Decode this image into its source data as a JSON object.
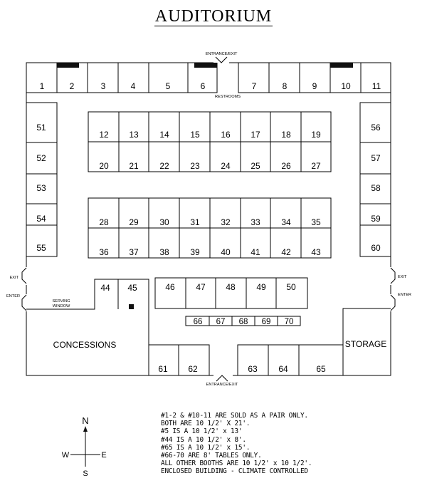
{
  "title": "AUDITORIUM",
  "labels": {
    "entrance_top": "ENTRANCE/EXIT",
    "entrance_bottom": "ENTRANCE/EXIT",
    "restrooms": "RESTROOMS",
    "exit_left": "EXIT",
    "enter_left": "ENTER",
    "exit_right": "EXIT",
    "enter_right": "ENTER",
    "serving_window_1": "SERVING",
    "serving_window_2": "WINDOW",
    "concessions": "CONCESSIONS",
    "storage": "STORAGE"
  },
  "booths": {
    "top_row": [
      "1",
      "2",
      "3",
      "4",
      "5",
      "6",
      "7",
      "8",
      "9",
      "10",
      "11"
    ],
    "left_col": [
      "51",
      "52",
      "53",
      "54",
      "55"
    ],
    "right_col": [
      "56",
      "57",
      "58",
      "59",
      "60"
    ],
    "block_a_top": [
      "12",
      "13",
      "14",
      "15",
      "16",
      "17",
      "18",
      "19"
    ],
    "block_a_bottom": [
      "20",
      "21",
      "22",
      "23",
      "24",
      "25",
      "26",
      "27"
    ],
    "block_b_top": [
      "28",
      "29",
      "30",
      "31",
      "32",
      "33",
      "34",
      "35"
    ],
    "block_b_bottom": [
      "36",
      "37",
      "38",
      "39",
      "40",
      "41",
      "42",
      "43"
    ],
    "small_pair": [
      "44",
      "45"
    ],
    "row_46_50": [
      "46",
      "47",
      "48",
      "49",
      "50"
    ],
    "tables": [
      "66",
      "67",
      "68",
      "69",
      "70"
    ],
    "bottom_left": [
      "61",
      "62"
    ],
    "bottom_right": [
      "63",
      "64",
      "65"
    ]
  },
  "compass": {
    "n": "N",
    "s": "S",
    "e": "E",
    "w": "W"
  },
  "notes": [
    "#1-2 & #10-11 ARE SOLD AS A PAIR ONLY.",
    "BOTH ARE 10 1/2' X 21'.",
    "#5 IS A 10 1/2' x 13'",
    "#44 IS A 10 1/2' x 8'.",
    "#65 IS A 10 1/2' x 15'.",
    "#66-70 ARE 8' TABLES ONLY.",
    "ALL OTHER BOOTHS ARE 10 1/2' x 10 1/2'.",
    "ENCLOSED BUILDING - CLIMATE CONTROLLED"
  ]
}
